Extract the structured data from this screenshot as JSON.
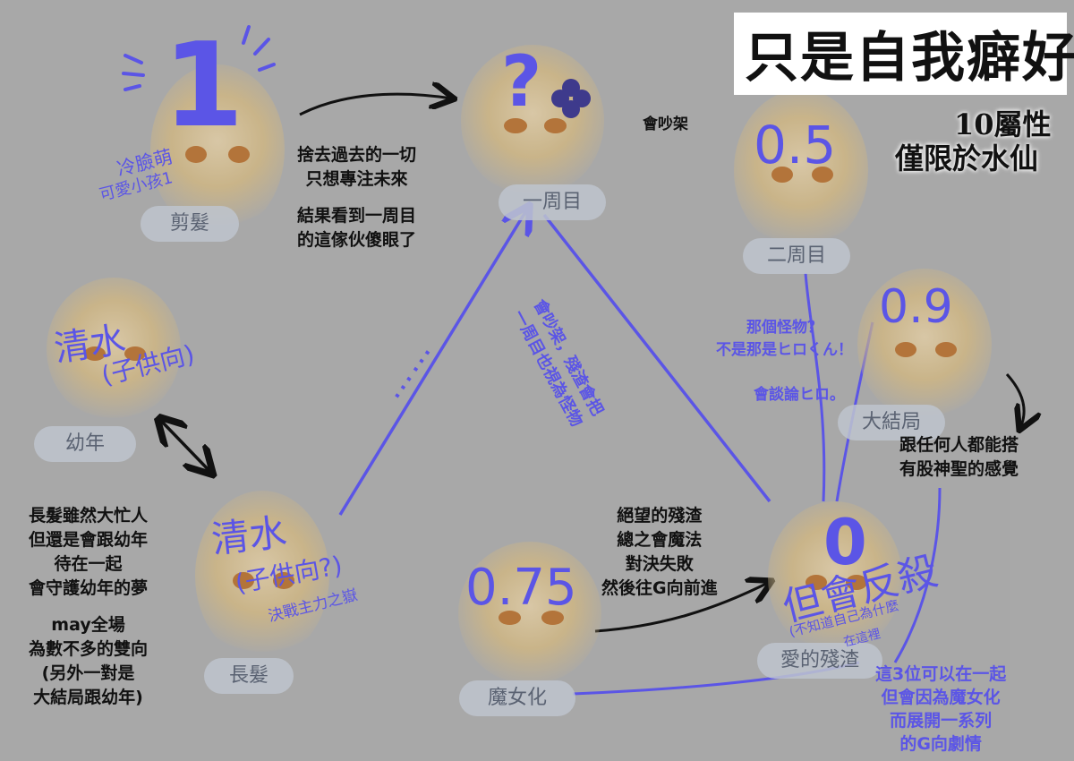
{
  "title": "只是自我癖好",
  "subtitle_line1": "10屬性",
  "subtitle_line2": "僅限於水仙",
  "nodes": {
    "cut_hair": {
      "label": "剪髮",
      "score": "1",
      "note_line1": "冷臉萌",
      "note_line2": "可愛小孩1"
    },
    "first_loop": {
      "label": "一周目",
      "score": "?"
    },
    "second_loop": {
      "label": "二周目",
      "score": "0.5"
    },
    "childhood": {
      "label": "幼年",
      "name": "清水",
      "note": "(子供向)"
    },
    "long_hair": {
      "label": "長髮",
      "name": "清水",
      "note": "(子供向?)",
      "subnote": "決戰主力之嶽"
    },
    "witch": {
      "label": "魔女化",
      "score": "0.75"
    },
    "finale": {
      "label": "大結局",
      "score": "0.9"
    },
    "scum": {
      "label": "愛的殘渣",
      "score": "0",
      "caption": "但會反殺",
      "subnote_line1": "(不知道自己為什麼",
      "subnote_line2": "在這裡"
    }
  },
  "notes": {
    "cut_to_first": [
      "捨去過去的一切",
      "只想專注未來",
      "",
      "結果看到一周目",
      "的這傢伙傻眼了"
    ],
    "fight": "會吵架",
    "first_to_scum": [
      "會吵架，殘渣會把",
      "一周目也視為怪物"
    ],
    "finale_question": [
      "那個怪物？",
      "不是那是ヒロくん！"
    ],
    "finale_talk": "會談論ヒロ。",
    "finale_match": [
      "跟任何人都能搭",
      "有股神聖的感覺"
    ],
    "witch_to_scum": [
      "絕望的殘渣",
      "總之會魔法",
      "對決失敗",
      "然後往G向前進"
    ],
    "long_hair_note": [
      "長髮雖然大忙人",
      "但還是會跟幼年",
      "待在一起",
      "會守護幼年的夢",
      "",
      "may全場",
      "為數不多的雙向",
      "(另外一對是",
      "大結局跟幼年)"
    ],
    "bottom_right": [
      "這3位可以在一起",
      "但會因為魔女化",
      "而展開一系列",
      "的G向劇情"
    ]
  },
  "ellipsis": "……",
  "colors": {
    "accent": "#5b55e6",
    "background": "#a8a8a8",
    "pill": "#bec4ce",
    "ink": "#111111"
  }
}
